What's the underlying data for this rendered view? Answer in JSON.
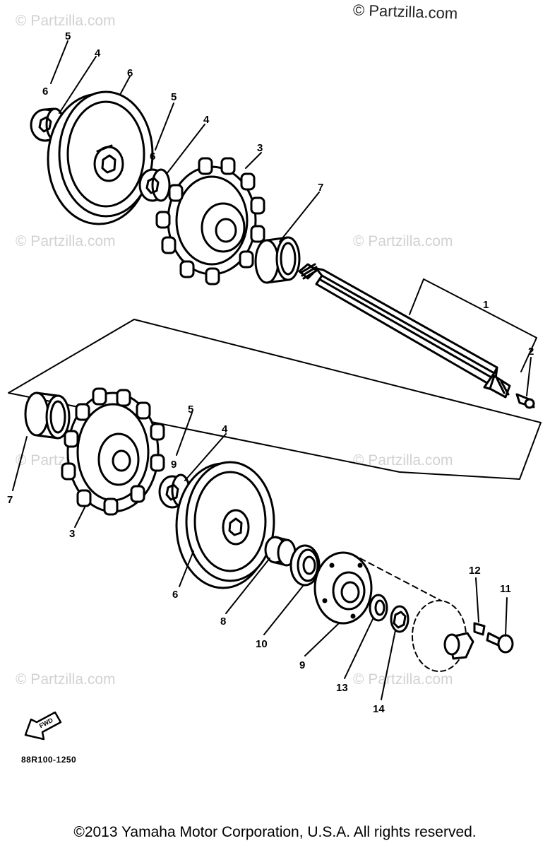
{
  "watermarks": {
    "top_right": "© Partzilla.com",
    "faded": "© Partzilla.com"
  },
  "callouts": {
    "c1": "1",
    "c2": "2",
    "c3a": "3",
    "c3b": "3",
    "c4a": "4",
    "c4b": "4",
    "c4c": "4",
    "c5a": "5",
    "c5b": "5",
    "c5c": "5",
    "c6a": "6",
    "c6b": "6",
    "c6c": "6",
    "c6d": "6",
    "c7a": "7",
    "c7b": "7",
    "c8": "8",
    "c9": "9",
    "c10": "10",
    "c11": "11",
    "c12": "12",
    "c13": "13",
    "c14": "14"
  },
  "fwd_label": "FWD",
  "diagram_code": "88R100-1250",
  "copyright": "©2013 Yamaha Motor Corporation, U.S.A. All rights reserved."
}
